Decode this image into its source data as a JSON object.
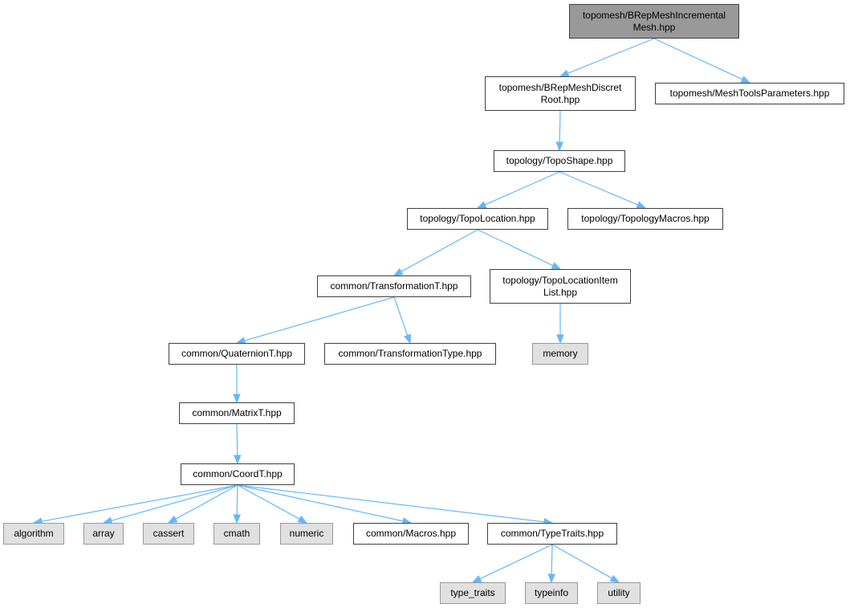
{
  "colors": {
    "edge": "#63b8ff",
    "node_border": "#404040",
    "root_fill": "#999999",
    "system_fill": "#e0e0e0",
    "system_border": "#999999"
  },
  "nodes": [
    {
      "id": "n_root",
      "label": "topomesh/BRepMeshIncremental\nMesh.hpp",
      "kind": "root"
    },
    {
      "id": "n_discret",
      "label": "topomesh/BRepMeshDiscret\nRoot.hpp",
      "kind": "file"
    },
    {
      "id": "n_toolsparams",
      "label": "topomesh/MeshToolsParameters.hpp",
      "kind": "file"
    },
    {
      "id": "n_toposhape",
      "label": "topology/TopoShape.hpp",
      "kind": "file"
    },
    {
      "id": "n_topolocation",
      "label": "topology/TopoLocation.hpp",
      "kind": "file"
    },
    {
      "id": "n_topomacros",
      "label": "topology/TopologyMacros.hpp",
      "kind": "file"
    },
    {
      "id": "n_transformation",
      "label": "common/TransformationT.hpp",
      "kind": "file"
    },
    {
      "id": "n_locitemlist",
      "label": "topology/TopoLocationItem\nList.hpp",
      "kind": "file"
    },
    {
      "id": "n_quaternion",
      "label": "common/QuaternionT.hpp",
      "kind": "file"
    },
    {
      "id": "n_transtype",
      "label": "common/TransformationType.hpp",
      "kind": "file"
    },
    {
      "id": "n_memory",
      "label": "memory",
      "kind": "system"
    },
    {
      "id": "n_matrix",
      "label": "common/MatrixT.hpp",
      "kind": "file"
    },
    {
      "id": "n_coord",
      "label": "common/CoordT.hpp",
      "kind": "file"
    },
    {
      "id": "n_algorithm",
      "label": "algorithm",
      "kind": "system"
    },
    {
      "id": "n_array",
      "label": "array",
      "kind": "system"
    },
    {
      "id": "n_cassert",
      "label": "cassert",
      "kind": "system"
    },
    {
      "id": "n_cmath",
      "label": "cmath",
      "kind": "system"
    },
    {
      "id": "n_numeric",
      "label": "numeric",
      "kind": "system"
    },
    {
      "id": "n_macros",
      "label": "common/Macros.hpp",
      "kind": "file"
    },
    {
      "id": "n_typetraits",
      "label": "common/TypeTraits.hpp",
      "kind": "file"
    },
    {
      "id": "n_type_traits",
      "label": "type_traits",
      "kind": "system"
    },
    {
      "id": "n_typeinfo",
      "label": "typeinfo",
      "kind": "system"
    },
    {
      "id": "n_utility",
      "label": "utility",
      "kind": "system"
    }
  ],
  "edges": [
    {
      "from": "n_root",
      "to": "n_discret"
    },
    {
      "from": "n_root",
      "to": "n_toolsparams"
    },
    {
      "from": "n_discret",
      "to": "n_toposhape"
    },
    {
      "from": "n_toposhape",
      "to": "n_topolocation"
    },
    {
      "from": "n_toposhape",
      "to": "n_topomacros"
    },
    {
      "from": "n_topolocation",
      "to": "n_transformation"
    },
    {
      "from": "n_topolocation",
      "to": "n_locitemlist"
    },
    {
      "from": "n_transformation",
      "to": "n_quaternion"
    },
    {
      "from": "n_transformation",
      "to": "n_transtype"
    },
    {
      "from": "n_locitemlist",
      "to": "n_memory"
    },
    {
      "from": "n_quaternion",
      "to": "n_matrix"
    },
    {
      "from": "n_matrix",
      "to": "n_coord"
    },
    {
      "from": "n_coord",
      "to": "n_algorithm"
    },
    {
      "from": "n_coord",
      "to": "n_array"
    },
    {
      "from": "n_coord",
      "to": "n_cassert"
    },
    {
      "from": "n_coord",
      "to": "n_cmath"
    },
    {
      "from": "n_coord",
      "to": "n_numeric"
    },
    {
      "from": "n_coord",
      "to": "n_macros"
    },
    {
      "from": "n_coord",
      "to": "n_typetraits"
    },
    {
      "from": "n_typetraits",
      "to": "n_type_traits"
    },
    {
      "from": "n_typetraits",
      "to": "n_typeinfo"
    },
    {
      "from": "n_typetraits",
      "to": "n_utility"
    }
  ]
}
